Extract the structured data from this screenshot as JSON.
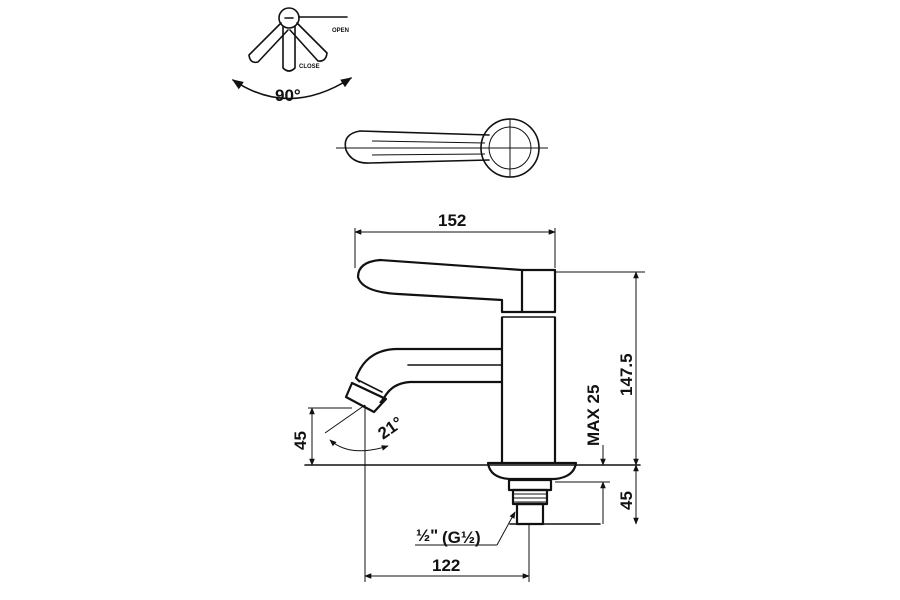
{
  "top_view": {
    "angle_label": "90°",
    "open_label": "OPEN",
    "close_label": "CLOSE"
  },
  "dimensions": {
    "width_top": "152",
    "height_total": "147.5",
    "max_label": "MAX 25",
    "spout_height": "45",
    "base_height": "45",
    "reach": "122",
    "spout_angle": "21°",
    "thread_main": "½\"",
    "thread_sub": "(G½)"
  }
}
